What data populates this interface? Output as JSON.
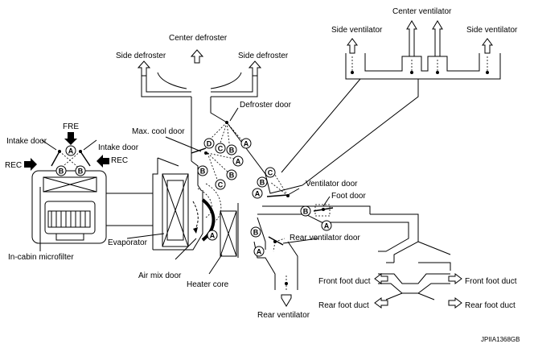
{
  "labels": {
    "center_defroster": "Center defroster",
    "side_defroster_left": "Side defroster",
    "side_defroster_right": "Side defroster",
    "center_ventilator": "Center ventilator",
    "side_ventilator_left": "Side ventilator",
    "side_ventilator_right": "Side ventilator",
    "defroster_door": "Defroster door",
    "max_cool_door": "Max. cool door",
    "fre": "FRE",
    "intake_door_left": "Intake door",
    "intake_door_right": "Intake door",
    "rec_left": "REC",
    "rec_right": "REC",
    "ventilator_door": "Ventilator door",
    "foot_door": "Foot door",
    "rear_ventilator_door": "Rear ventilator door",
    "evaporator": "Evaporator",
    "in_cabin_microfilter": "In-cabin microfilter",
    "air_mix_door": "Air mix door",
    "heater_core": "Heater core",
    "front_foot_duct_left": "Front foot duct",
    "front_foot_duct_right": "Front foot duct",
    "rear_foot_duct_left": "Rear foot duct",
    "rear_foot_duct_right": "Rear foot duct",
    "rear_ventilator": "Rear ventilator",
    "figure_code": "JPIIA1368GB"
  },
  "door_positions": {
    "fre_a": "A",
    "intake_b_left": "B",
    "intake_b_right": "B",
    "maxcool_d": "D",
    "maxcool_b": "B",
    "maxcool_c": "C",
    "defrost_c": "C",
    "defrost_b1": "B",
    "defrost_a1": "A",
    "defrost_a2": "A",
    "defrost_b2": "B",
    "vent_b": "B",
    "vent_c": "C",
    "vent_a": "A",
    "airmix_a": "A",
    "foot_b": "B",
    "foot_a": "A",
    "rearvent_b": "B",
    "rearvent_a": "A"
  }
}
